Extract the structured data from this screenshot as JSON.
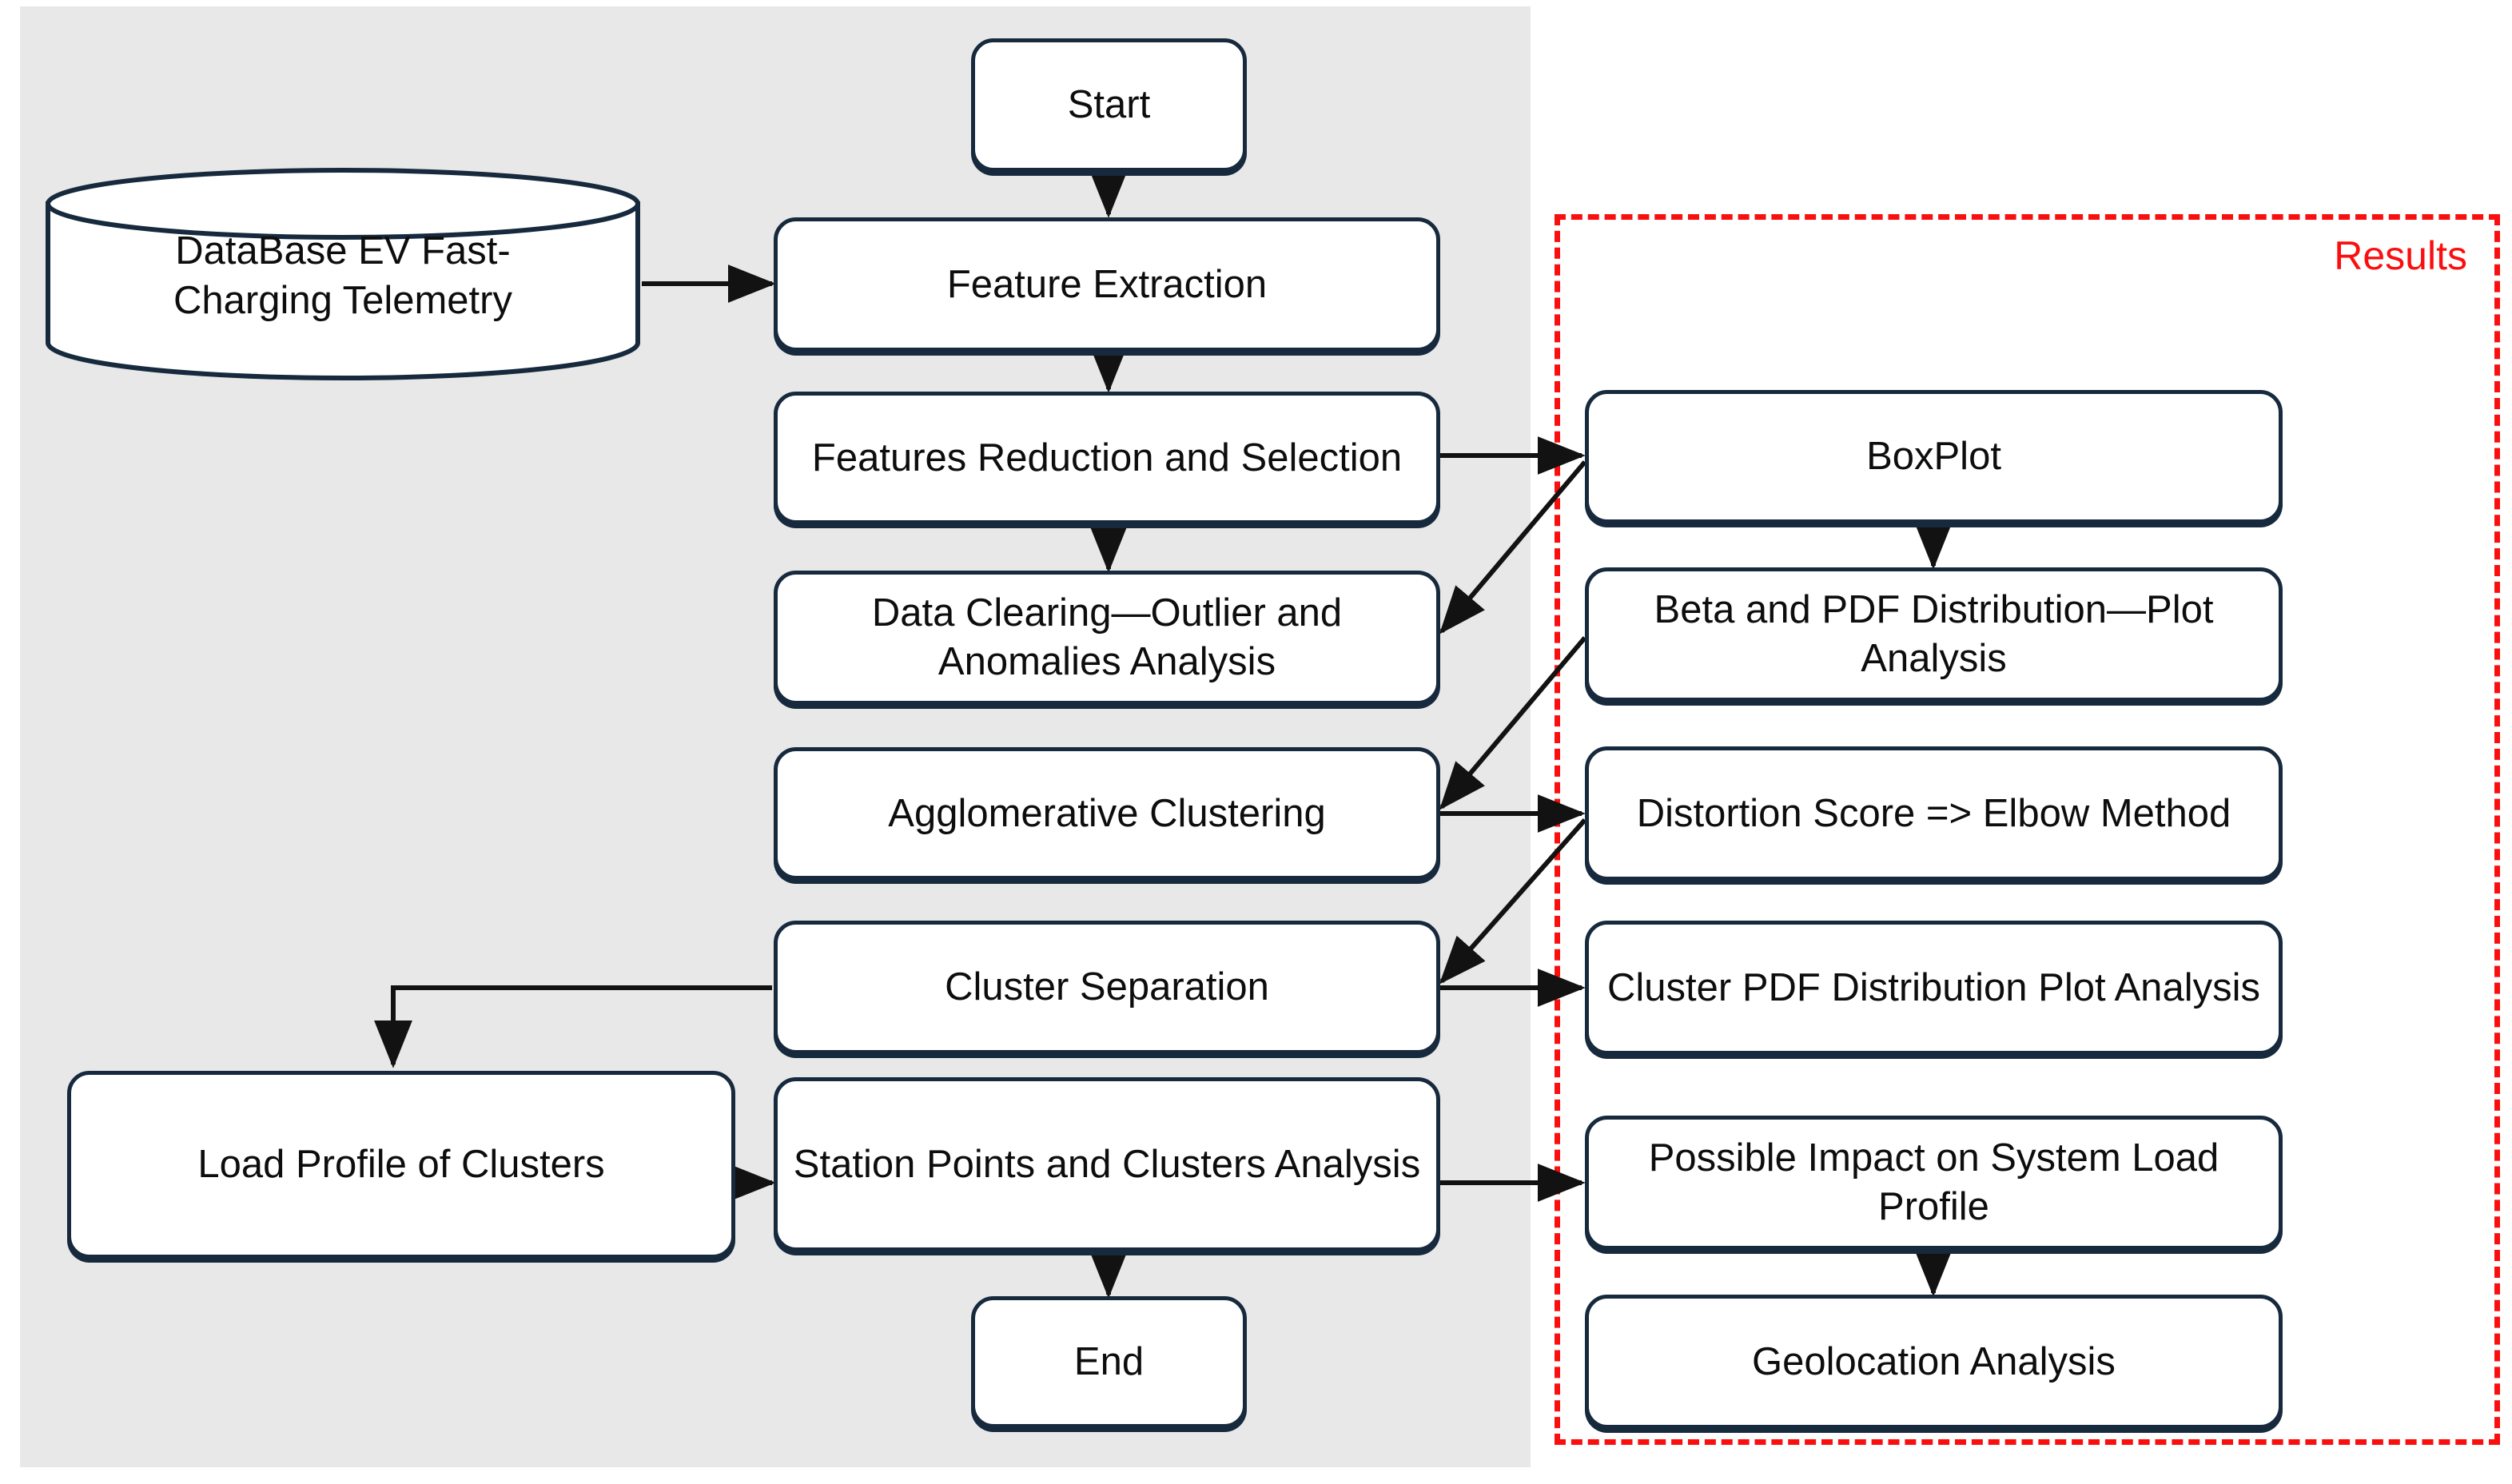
{
  "diagram": {
    "title": "EV Fast-Charging Telemetry Clustering Workflow",
    "background_color": "#ffffff",
    "panel_color": "#e8e8e8",
    "node_border_color": "#16293d",
    "node_fill_color": "#ffffff",
    "accent_color": "#fa0f0f",
    "arrow_color": "#121212"
  },
  "results_group": {
    "label": "Results",
    "border_style": "dashed",
    "border_color": "#fa0f0f"
  },
  "nodes": {
    "database": {
      "label": "DataBase EV Fast-Charging Telemetry",
      "line1": "DataBase EV Fast-",
      "line2": "Charging Telemetry",
      "shape": "cylinder"
    },
    "start": {
      "label": "Start",
      "shape": "rounded-rect"
    },
    "feature_extraction": {
      "label": "Feature Extraction",
      "shape": "rounded-rect"
    },
    "features_reduction": {
      "label": "Features Reduction  and Selection",
      "shape": "rounded-rect"
    },
    "data_clearing": {
      "label": "Data Clearing—Outlier and Anomalies Analysis",
      "shape": "rounded-rect"
    },
    "agglomerative_clustering": {
      "label": "Agglomerative Clustering",
      "shape": "rounded-rect"
    },
    "cluster_separation": {
      "label": "Cluster Separation",
      "shape": "rounded-rect"
    },
    "load_profile": {
      "label": "Load Profile of Clusters",
      "shape": "rounded-rect"
    },
    "station_points": {
      "label": "Station Points and Clusters Analysis",
      "shape": "rounded-rect"
    },
    "end": {
      "label": "End",
      "shape": "rounded-rect"
    },
    "boxplot": {
      "label": "BoxPlot",
      "shape": "rounded-rect"
    },
    "beta_pdf": {
      "label": "Beta and PDF Distribution—Plot Analysis",
      "shape": "rounded-rect"
    },
    "distortion_score": {
      "label": "Distortion Score => Elbow Method",
      "shape": "rounded-rect"
    },
    "cluster_pdf": {
      "label": "Cluster PDF Distribution Plot Analysis",
      "shape": "rounded-rect"
    },
    "possible_impact": {
      "label": "Possible Impact on System Load Profile",
      "shape": "rounded-rect"
    },
    "geolocation": {
      "label": "Geolocation Analysis",
      "shape": "rounded-rect"
    }
  },
  "edges": [
    {
      "from": "start",
      "to": "feature_extraction",
      "style": "straight-vertical"
    },
    {
      "from": "database",
      "to": "feature_extraction",
      "style": "straight-horizontal"
    },
    {
      "from": "feature_extraction",
      "to": "features_reduction",
      "style": "straight-vertical"
    },
    {
      "from": "features_reduction",
      "to": "data_clearing",
      "style": "straight-vertical"
    },
    {
      "from": "features_reduction",
      "to": "boxplot",
      "style": "straight-horizontal"
    },
    {
      "from": "boxplot",
      "to": "data_clearing",
      "style": "diagonal"
    },
    {
      "from": "boxplot",
      "to": "beta_pdf",
      "style": "straight-vertical"
    },
    {
      "from": "beta_pdf",
      "to": "agglomerative_clustering",
      "style": "diagonal"
    },
    {
      "from": "agglomerative_clustering",
      "to": "distortion_score",
      "style": "straight-horizontal"
    },
    {
      "from": "distortion_score",
      "to": "cluster_separation",
      "style": "diagonal"
    },
    {
      "from": "cluster_separation",
      "to": "cluster_pdf",
      "style": "straight-horizontal"
    },
    {
      "from": "cluster_separation",
      "to": "load_profile",
      "style": "elbow-left-down"
    },
    {
      "from": "load_profile",
      "to": "station_points",
      "style": "straight-horizontal"
    },
    {
      "from": "station_points",
      "to": "possible_impact",
      "style": "straight-horizontal"
    },
    {
      "from": "station_points",
      "to": "end",
      "style": "straight-vertical"
    },
    {
      "from": "possible_impact",
      "to": "geolocation",
      "style": "straight-vertical"
    }
  ]
}
